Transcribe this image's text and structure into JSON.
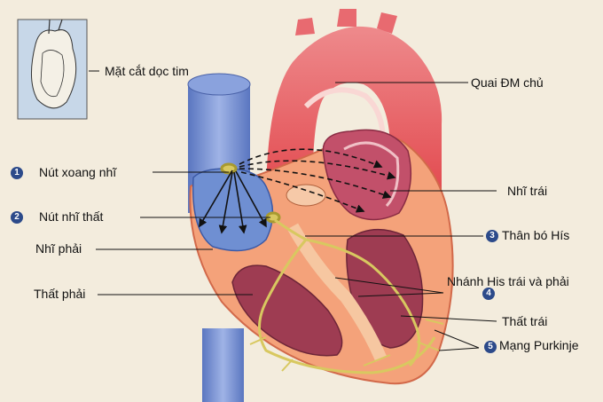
{
  "labels": {
    "section": "Mặt cắt dọc tim",
    "aortic_arch": "Quai ĐM chủ",
    "sa_node": "Nút xoang nhĩ",
    "left_atrium": "Nhĩ trái",
    "av_node": "Nút nhĩ thất",
    "his_bundle": "Thân bó Hís",
    "right_atrium": "Nhĩ phải",
    "bundle_branches": "Nhánh His trái và phải",
    "right_ventricle": "Thất phải",
    "left_ventricle": "Thất trái",
    "purkinje": "Mạng Purkinje"
  },
  "markers": {
    "n1": "1",
    "n2": "2",
    "n3": "3",
    "n4": "4",
    "n5": "5"
  },
  "colors": {
    "background": "#f3ecdd",
    "aorta": "#e8454a",
    "vena_cava": "#6f8fd2",
    "myocardium": "#f4a27a",
    "ventricle_dark": "#9e3c52",
    "conduction": "#d8c860",
    "marker": "#2c4a8a"
  }
}
